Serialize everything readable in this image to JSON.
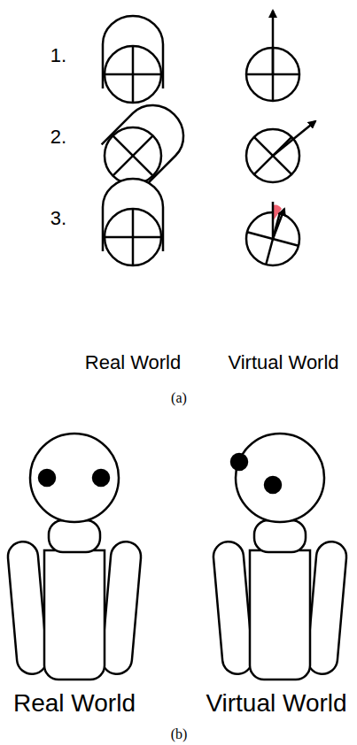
{
  "diagram": {
    "labels": [
      "1.",
      "2.",
      "3.",
      "Real World",
      "Virtual World",
      "(a)",
      "Real World",
      "Virtual World",
      "(b)"
    ]
  }
}
